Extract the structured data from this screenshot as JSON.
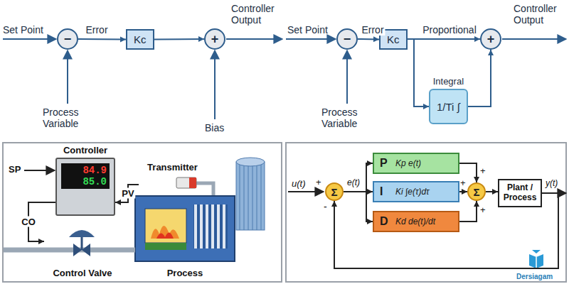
{
  "diagram": {
    "nodes": [
      {
        "text": [
          "−"
        ]
      },
      {
        "text": [
          "Kc"
        ]
      },
      {
        "text": [
          "+"
        ]
      },
      {
        "text": [
          "−"
        ]
      },
      {
        "text": [
          "Kc"
        ]
      },
      {
        "text": [
          "+"
        ]
      },
      {
        "text": [
          "Integral",
          "1/Ti ∫"
        ]
      },
      {
        "text": [
          "Controller",
          "84.9",
          "85.0"
        ]
      },
      {
        "text": [
          "Transmitter"
        ]
      },
      {
        "text": [
          "Control Valve"
        ]
      },
      {
        "text": [
          "Process"
        ]
      },
      {
        "text": [
          "Σ"
        ]
      },
      {
        "text": [
          "P",
          "Kp e(t)"
        ]
      },
      {
        "text": [
          "I",
          "Ki ∫e(τ)dτ"
        ]
      },
      {
        "text": [
          "D",
          "Kd de(t)/dt"
        ]
      },
      {
        "text": [
          "Σ"
        ]
      },
      {
        "text": [
          "Plant / Process"
        ]
      }
    ],
    "edges": [
      {
        "from": 0,
        "to": 1,
        "arrow": "to",
        "label": "Error"
      },
      {
        "from": 1,
        "to": 2,
        "arrow": "to"
      },
      {
        "from": 3,
        "to": 4,
        "arrow": "to",
        "label": "Error"
      },
      {
        "from": 4,
        "to": 5,
        "arrow": "to",
        "label": "Proportional"
      },
      {
        "from": 4,
        "to": 6,
        "arrow": "to"
      },
      {
        "from": 6,
        "to": 5,
        "arrow": "to"
      },
      {
        "from": 7,
        "to": 9,
        "arrow": "to",
        "label": "CO"
      },
      {
        "from": 8,
        "to": 7,
        "arrow": "to",
        "label": "PV"
      },
      {
        "from": 11,
        "to": 12,
        "arrow": "to"
      },
      {
        "from": 11,
        "to": 13,
        "arrow": "to"
      },
      {
        "from": 11,
        "to": 14,
        "arrow": "to"
      },
      {
        "from": 12,
        "to": 15,
        "arrow": "to"
      },
      {
        "from": 13,
        "to": 15,
        "arrow": "to"
      },
      {
        "from": 14,
        "to": 15,
        "arrow": "to"
      },
      {
        "from": 15,
        "to": 16,
        "arrow": "to"
      },
      {
        "from": 16,
        "to": 11,
        "arrow": "to"
      },
      {
        "from": 9,
        "to": 10,
        "arrow": "none"
      }
    ],
    "labels": [
      "Set Point",
      "Controller Output",
      "Process Variable",
      "Bias",
      "Set Point",
      "Controller Output",
      "Process Variable",
      "SP",
      "u(t)",
      "+",
      "-",
      "e(t)",
      "+",
      "+",
      "+",
      "y(t)",
      "Dersiagam"
    ]
  }
}
